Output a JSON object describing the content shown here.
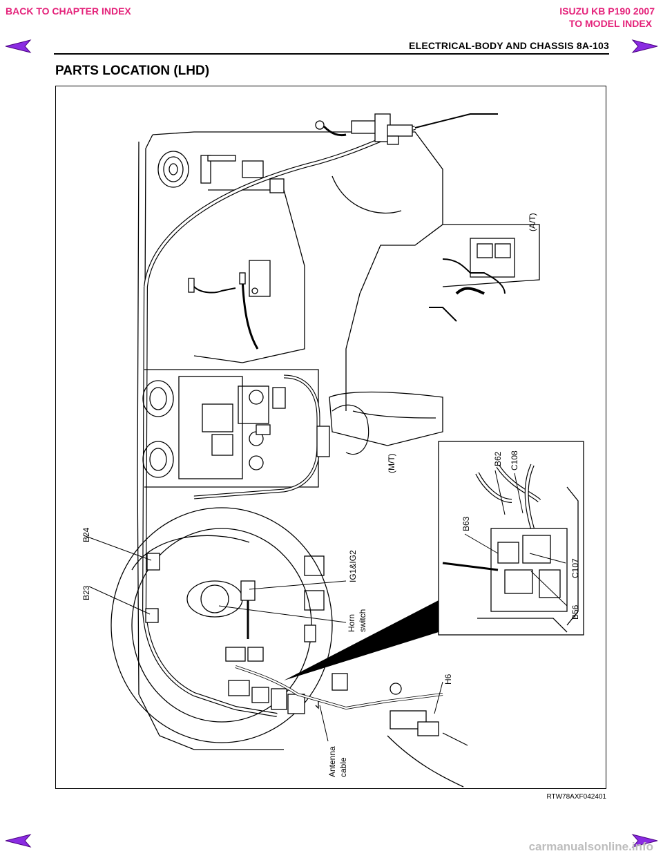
{
  "nav": {
    "back_to_chapter": "BACK TO CHAPTER INDEX",
    "model_title": "ISUZU KB P190 2007",
    "to_model_index": "TO MODEL INDEX",
    "link_color": "#e4227a",
    "arrow_color": "#8a2be2"
  },
  "header": {
    "section": "ELECTRICAL-BODY AND CHASSIS  8A-103"
  },
  "page": {
    "title": "PARTS LOCATION (LHD)"
  },
  "figure": {
    "code": "RTW78AXF042401",
    "labels": {
      "at": "(A/T)",
      "mt": "(M/T)",
      "b24": "B24",
      "b23": "B23",
      "ig": "IG1&IG2",
      "horn_1": "Horn",
      "horn_2": "switch",
      "h6": "H6",
      "antenna_1": "Antenna",
      "antenna_2": "cable",
      "b62": "B62",
      "c108": "C108",
      "b63": "B63",
      "c107": "C107",
      "b56": "B56"
    }
  },
  "footer": {
    "watermark": "carmanualsonline.info"
  }
}
